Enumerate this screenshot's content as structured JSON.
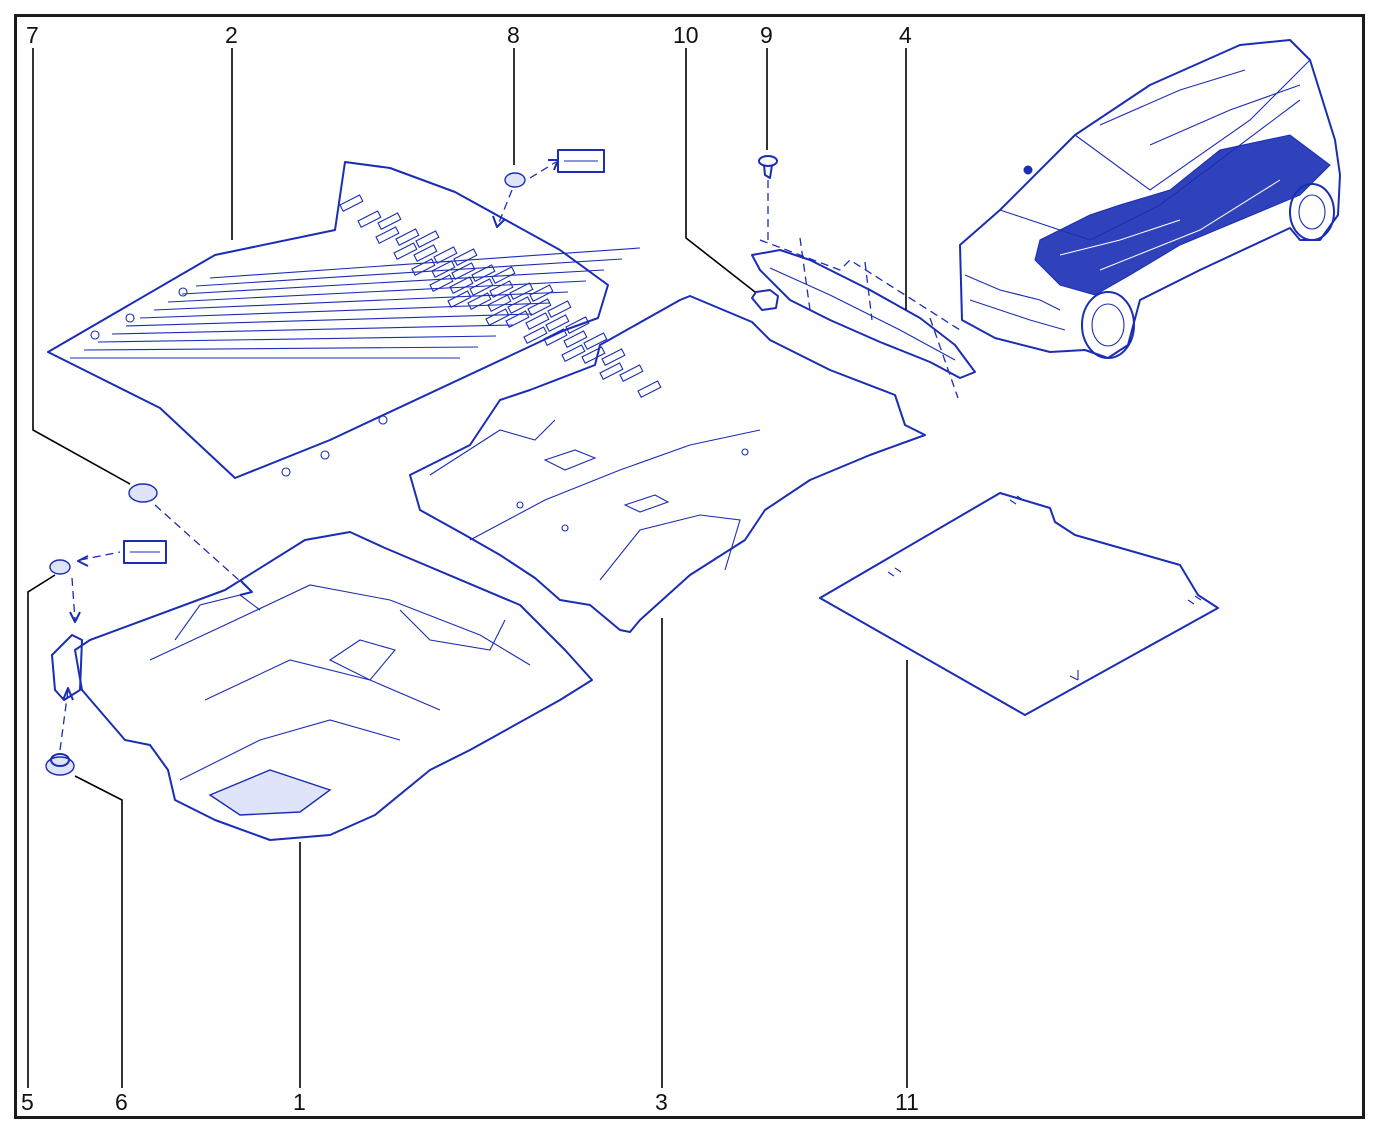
{
  "callouts": [
    "1",
    "2",
    "3",
    "4",
    "5",
    "6",
    "7",
    "8",
    "9",
    "10",
    "11"
  ],
  "colors": {
    "part_stroke": "#1a2db4",
    "frame": "#1a1a1a",
    "leader": "#000000"
  }
}
